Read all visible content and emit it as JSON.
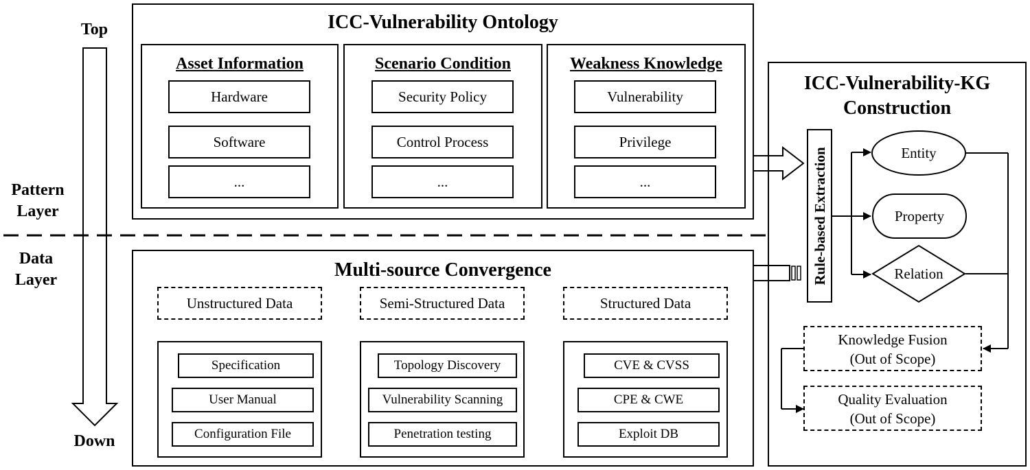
{
  "axis": {
    "top": "Top",
    "down": "Down"
  },
  "layers": {
    "pattern": "Pattern Layer",
    "data": "Data Layer"
  },
  "ontology": {
    "title": "ICC-Vulnerability Ontology",
    "columns": [
      {
        "heading": "Asset Information",
        "items": [
          "Hardware",
          "Software",
          "..."
        ]
      },
      {
        "heading": "Scenario Condition",
        "items": [
          "Security Policy",
          "Control Process",
          "..."
        ]
      },
      {
        "heading": "Weakness Knowledge",
        "items": [
          "Vulnerability",
          "Privilege",
          "..."
        ]
      }
    ]
  },
  "convergence": {
    "title": "Multi-source Convergence",
    "groups": [
      {
        "label": "Unstructured Data",
        "icon": "document-icon",
        "items": [
          "Specification",
          "User Manual",
          "Configuration File"
        ]
      },
      {
        "label": "Semi-Structured Data",
        "icon": "magnifier-document-icon",
        "items": [
          "Topology Discovery",
          "Vulnerability Scanning",
          "Penetration testing"
        ]
      },
      {
        "label": "Structured Data",
        "icon": "database-icon",
        "items": [
          "CVE & CVSS",
          "CPE & CWE",
          "Exploit DB"
        ]
      }
    ]
  },
  "kg": {
    "title_line1": "ICC-Vulnerability-KG",
    "title_line2": "Construction",
    "extraction": "Rule-based Extraction",
    "entity": "Entity",
    "property": "Property",
    "relation": "Relation",
    "fusion_line1": "Knowledge Fusion",
    "fusion_line2": "(Out of Scope)",
    "quality_line1": "Quality Evaluation",
    "quality_line2": "(Out of Scope)"
  }
}
